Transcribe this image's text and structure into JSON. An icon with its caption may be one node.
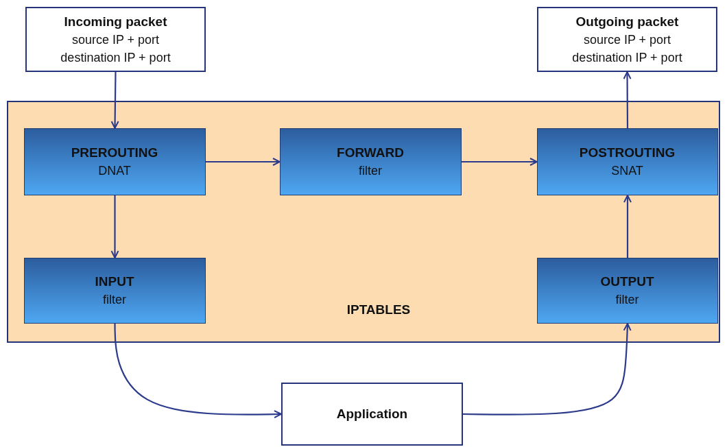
{
  "diagram": {
    "nodes": [
      {
        "text": [
          "Incoming packet",
          "source IP + port",
          "destination IP + port"
        ]
      },
      {
        "text": [
          "Outgoing packet",
          "source IP + port",
          "destination IP + port"
        ]
      },
      {
        "text": [
          "IPTABLES"
        ]
      },
      {
        "text": [
          "PREROUTING",
          "DNAT"
        ],
        "in": 2
      },
      {
        "text": [
          "FORWARD",
          "filter"
        ],
        "in": 2
      },
      {
        "text": [
          "POSTROUTING",
          "SNAT"
        ],
        "in": 2
      },
      {
        "text": [
          "INPUT",
          "filter"
        ],
        "in": 2
      },
      {
        "text": [
          "OUTPUT",
          "filter"
        ],
        "in": 2
      },
      {
        "text": [
          "Application"
        ]
      }
    ],
    "edges": [
      {
        "from": 0,
        "to": 3,
        "arrow": "to"
      },
      {
        "from": 3,
        "to": 4,
        "arrow": "to"
      },
      {
        "from": 4,
        "to": 5,
        "arrow": "to"
      },
      {
        "from": 3,
        "to": 6,
        "arrow": "to"
      },
      {
        "from": 6,
        "to": 8,
        "arrow": "to"
      },
      {
        "from": 8,
        "to": 7,
        "arrow": "to"
      },
      {
        "from": 7,
        "to": 5,
        "arrow": "to"
      },
      {
        "from": 5,
        "to": 1,
        "arrow": "to"
      }
    ]
  }
}
